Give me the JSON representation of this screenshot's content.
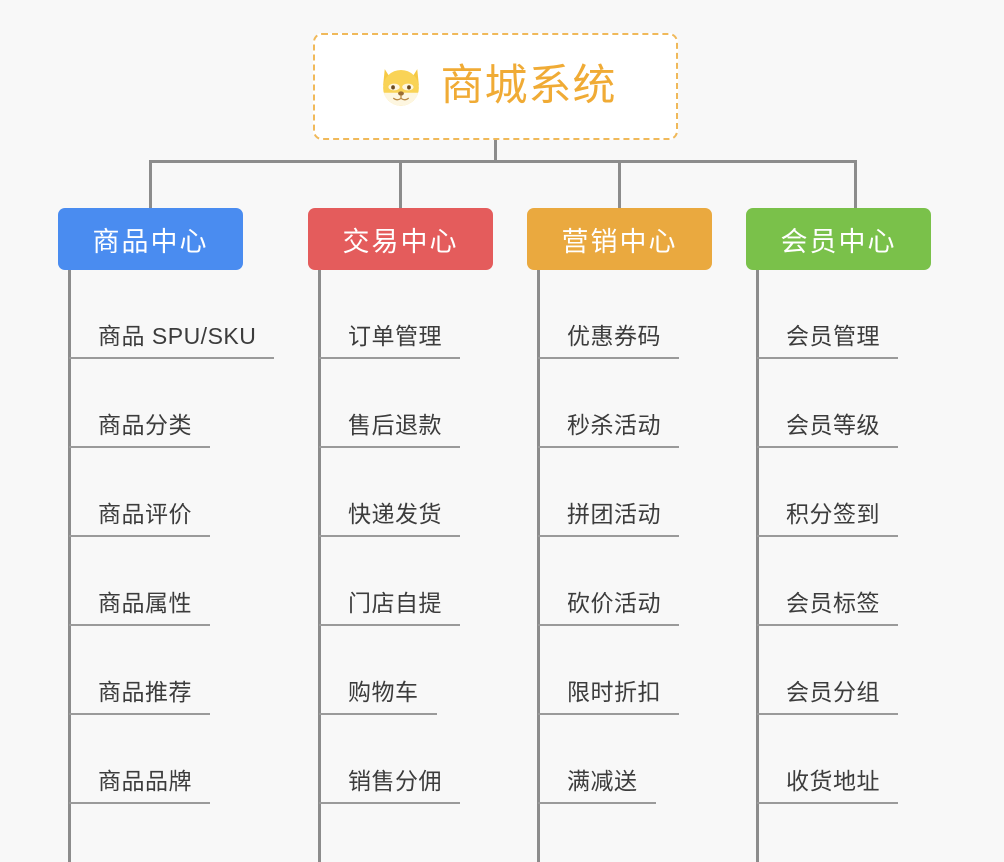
{
  "background_color": "#f8f8f8",
  "root": {
    "title": "商城系统",
    "icon": "dog-face-icon",
    "border_color": "#f0b95a",
    "text_color": "#f0ab35",
    "background_color": "#ffffff"
  },
  "connector_color": "#8c8c8c",
  "columns": [
    {
      "id": "product-center",
      "label": "商品中心",
      "color": "#4a8cf0",
      "items": [
        "商品 SPU/SKU",
        "商品分类",
        "商品评价",
        "商品属性",
        "商品推荐",
        "商品品牌"
      ]
    },
    {
      "id": "trade-center",
      "label": "交易中心",
      "color": "#e45c5c",
      "items": [
        "订单管理",
        "售后退款",
        "快递发货",
        "门店自提",
        "购物车",
        "销售分佣"
      ]
    },
    {
      "id": "marketing-center",
      "label": "营销中心",
      "color": "#eaa93f",
      "items": [
        "优惠券码",
        "秒杀活动",
        "拼团活动",
        "砍价活动",
        "限时折扣",
        "满减送"
      ]
    },
    {
      "id": "member-center",
      "label": "会员中心",
      "color": "#7ac14a",
      "items": [
        "会员管理",
        "会员等级",
        "积分签到",
        "会员标签",
        "会员分组",
        "收货地址"
      ]
    }
  ]
}
